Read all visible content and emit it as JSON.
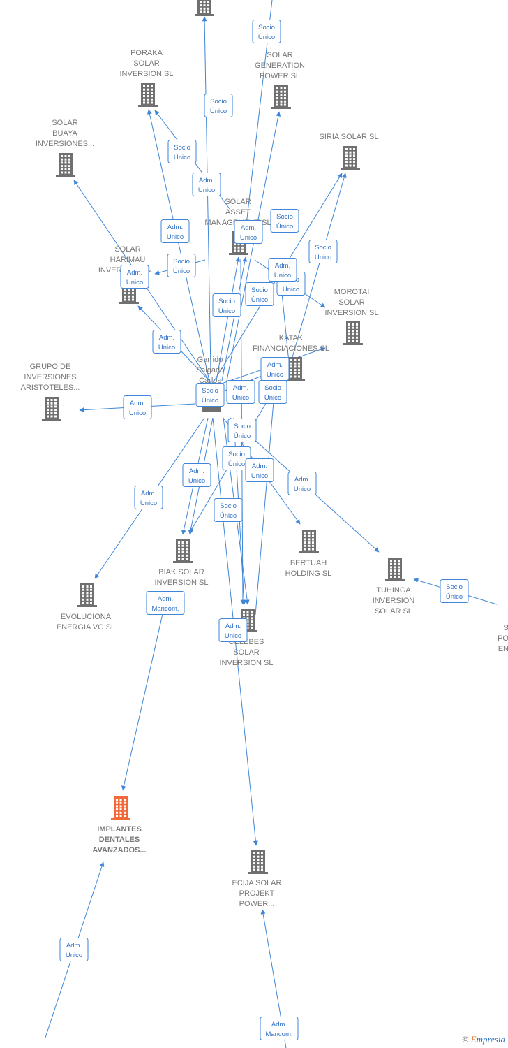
{
  "colors": {
    "edge": "#3f86d8",
    "edge_label_border": "#3f86d8",
    "edge_label_text": "#2e6fc4",
    "node_icon": "#707070",
    "node_icon_highlight": "#f26a3a",
    "node_label": "#777777"
  },
  "nodes": [
    {
      "id": "top",
      "lines": [],
      "icon": "building-icon"
    },
    {
      "id": "poraka",
      "lines": [
        "PORAKA",
        "SOLAR",
        "INVERSION  SL"
      ],
      "icon": "building-icon"
    },
    {
      "id": "solar_generation",
      "lines": [
        "SOLAR",
        "GENERATION",
        "POWER SL"
      ],
      "icon": "building-icon"
    },
    {
      "id": "solar_buaya",
      "lines": [
        "SOLAR",
        "BUAYA",
        "INVERSIONES..."
      ],
      "icon": "building-icon"
    },
    {
      "id": "siria",
      "lines": [
        "SIRIA SOLAR SL"
      ],
      "icon": "building-icon"
    },
    {
      "id": "solar_asset",
      "lines": [
        "SOLAR",
        "ASSET",
        "MANAGEMENT SL"
      ],
      "icon": "building-icon"
    },
    {
      "id": "solar_harimau",
      "lines": [
        "SOLAR",
        "HARIMAU",
        "INVERSIONES..."
      ],
      "icon": "building-icon"
    },
    {
      "id": "morotai",
      "lines": [
        "MOROTAI",
        "SOLAR",
        "INVERSION  SL"
      ],
      "icon": "building-icon"
    },
    {
      "id": "katak",
      "lines": [
        "KATAK",
        "FINANCIACIONES SL"
      ],
      "icon": "building-icon"
    },
    {
      "id": "grupo",
      "lines": [
        "GRUPO DE",
        "INVERSIONES",
        "ARISTOTELES..."
      ],
      "icon": "building-icon"
    },
    {
      "id": "garrido",
      "lines": [
        "Garrido",
        "Salgado",
        "Carlos"
      ],
      "icon": "person-icon"
    },
    {
      "id": "bertuah",
      "lines": [
        "BERTUAH",
        "HOLDING  SL"
      ],
      "icon": "building-icon"
    },
    {
      "id": "biak",
      "lines": [
        "BIAK SOLAR",
        "INVERSION  SL"
      ],
      "icon": "building-icon"
    },
    {
      "id": "tuhinga",
      "lines": [
        "TUHINGA",
        "INVERSION",
        "SOLAR  SL"
      ],
      "icon": "building-icon"
    },
    {
      "id": "evoluciona",
      "lines": [
        "EVOLUCIONA",
        "ENERGIA VG  SL"
      ],
      "icon": "building-icon"
    },
    {
      "id": "celebes",
      "lines": [
        "CELEBES",
        "SOLAR",
        "INVERSION  SL"
      ],
      "icon": "building-icon"
    },
    {
      "id": "pon",
      "lines": [
        "S",
        "PON",
        "ENE"
      ],
      "icon": "building-icon"
    },
    {
      "id": "implantes",
      "lines": [
        "IMPLANTES",
        "DENTALES",
        "AVANZADOS..."
      ],
      "icon": "building-icon",
      "highlight": true
    },
    {
      "id": "ecija",
      "lines": [
        "ECIJA SOLAR",
        "PROJEKT",
        "POWER..."
      ],
      "icon": "building-icon"
    }
  ],
  "edge_labels": [
    {
      "l1": "Socio",
      "l2": "Único"
    },
    {
      "l1": "Socio",
      "l2": "Único"
    },
    {
      "l1": "Socio",
      "l2": "Único"
    },
    {
      "l1": "Adm.",
      "l2": "Unico"
    },
    {
      "l1": "Adm.",
      "l2": "Unico"
    },
    {
      "l1": "Adm.",
      "l2": "Unico"
    },
    {
      "l1": "Socio",
      "l2": "Único"
    },
    {
      "l1": "Socio",
      "l2": "Único"
    },
    {
      "l1": "Socio",
      "l2": "Único"
    },
    {
      "l1": "Adm.",
      "l2": "Unico"
    },
    {
      "l1": "Socio",
      "l2": "Único"
    },
    {
      "l1": "Socio",
      "l2": "Único"
    },
    {
      "l1": "Adm.",
      "l2": "Unico"
    },
    {
      "l1": "Socio",
      "l2": "Único"
    },
    {
      "l1": "Adm.",
      "l2": "Unico"
    },
    {
      "l1": "Adm.",
      "l2": "Unico"
    },
    {
      "l1": "Socio",
      "l2": "Único"
    },
    {
      "l1": "Adm.",
      "l2": "Unico"
    },
    {
      "l1": "Socio",
      "l2": "Único"
    },
    {
      "l1": "Adm.",
      "l2": "Unico"
    },
    {
      "l1": "Socio",
      "l2": "Único"
    },
    {
      "l1": "Socio",
      "l2": "Único"
    },
    {
      "l1": "Adm.",
      "l2": "Unico"
    },
    {
      "l1": "Adm.",
      "l2": "Unico"
    },
    {
      "l1": "Adm.",
      "l2": "Unico"
    },
    {
      "l1": "Adm.",
      "l2": "Unico"
    },
    {
      "l1": "Socio",
      "l2": "Único"
    },
    {
      "l1": "Adm.",
      "l2": "Unico"
    },
    {
      "l1": "Adm.",
      "l2": "Mancom."
    },
    {
      "l1": "Adm.",
      "l2": "Unico"
    },
    {
      "l1": "Adm.",
      "l2": "Mancom."
    },
    {
      "l1": "Socio",
      "l2": "Único"
    }
  ],
  "footer": {
    "copyright": "©",
    "brand_e": "E",
    "brand_rest": "mpresia"
  }
}
